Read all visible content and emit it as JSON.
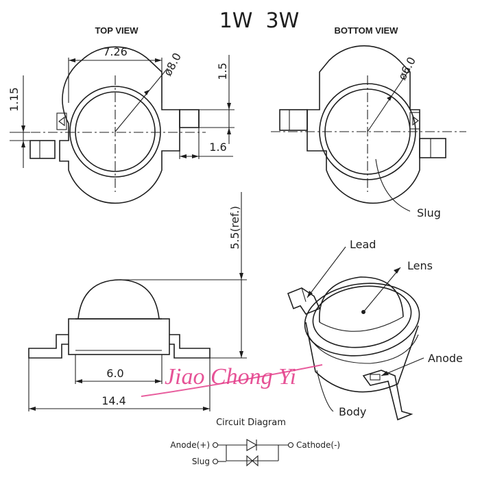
{
  "title": "1W  3W",
  "views": {
    "top": "TOP VIEW",
    "bottom": "BOTTOM VIEW"
  },
  "dimensions": {
    "width_top": "7.26",
    "lens_diameter": "ø8.0",
    "lead_offset": "1.15",
    "lead_height": "1.5",
    "lead_width": "1.6",
    "slug_diameter": "ø6.0",
    "total_height": "5.5(ref.)",
    "body_width": "6.0",
    "total_length": "14.4"
  },
  "callouts": {
    "slug": "Slug",
    "lead": "Lead",
    "lens": "Lens",
    "anode": "Anode",
    "body": "Body"
  },
  "circuit": {
    "title": "Circuit Diagram",
    "anode": "Anode(+)",
    "cathode": "Cathode(-)",
    "slug": "Slug"
  },
  "watermark": {
    "text": "Jiao Chong Yi",
    "color": "#e4418c"
  }
}
